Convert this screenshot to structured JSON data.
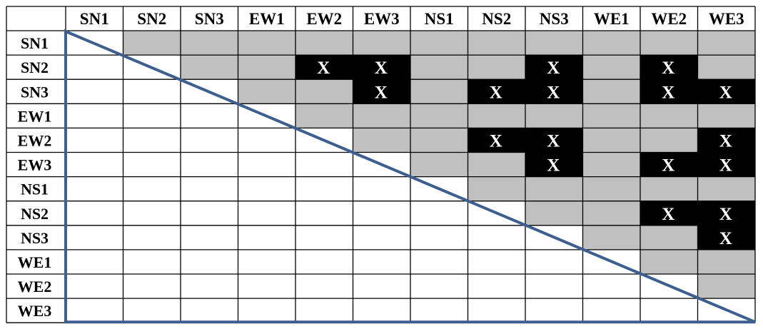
{
  "columns": [
    "SN1",
    "SN2",
    "SN3",
    "EW1",
    "EW2",
    "EW3",
    "NS1",
    "NS2",
    "NS3",
    "WE1",
    "WE2",
    "WE3"
  ],
  "rows": [
    "SN1",
    "SN2",
    "SN3",
    "EW1",
    "EW2",
    "EW3",
    "NS1",
    "NS2",
    "NS3",
    "WE1",
    "WE2",
    "WE3"
  ],
  "conflict_mark": "X",
  "conflicts": {
    "SN2": [
      "EW2",
      "EW3",
      "NS3",
      "WE2"
    ],
    "SN3": [
      "EW3",
      "NS2",
      "NS3",
      "WE2",
      "WE3"
    ],
    "EW2": [
      "NS2",
      "NS3",
      "WE3"
    ],
    "EW3": [
      "NS3",
      "WE2",
      "WE3"
    ],
    "NS2": [
      "WE2",
      "WE3"
    ],
    "NS3": [
      "WE3"
    ]
  },
  "colors": {
    "grid_line": "#000000",
    "upper_cell": "#c0c0c0",
    "conflict_cell": "#000000",
    "conflict_text": "#ffffff",
    "header_text": "#000000",
    "triangle": "#3d5f8f",
    "background": "#ffffff"
  }
}
